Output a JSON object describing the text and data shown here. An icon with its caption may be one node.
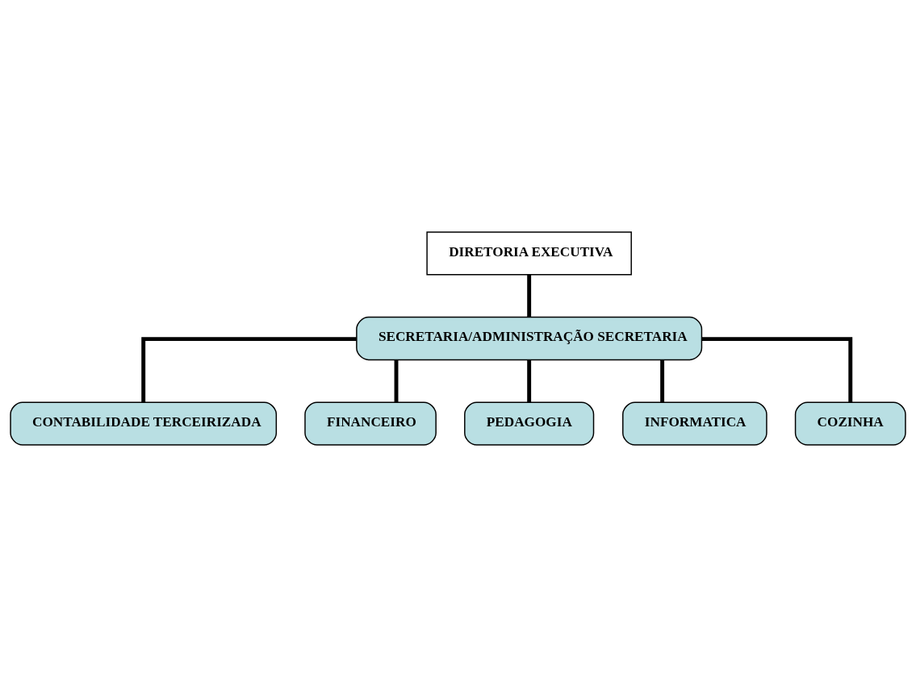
{
  "diagram": {
    "nodes": [
      {
        "text": [
          "DIRETORIA EXECUTIVA"
        ]
      },
      {
        "text": [
          "SECRETARIA/ADMINISTRAÇÃO SECRETARIA"
        ]
      },
      {
        "text": [
          "CONTABILIDADE TERCEIRIZADA"
        ]
      },
      {
        "text": [
          "FINANCEIRO"
        ]
      },
      {
        "text": [
          "PEDAGOGIA"
        ]
      },
      {
        "text": [
          "INFORMATICA"
        ]
      },
      {
        "text": [
          "COZINHA"
        ]
      }
    ],
    "edges": [
      {
        "from": 0,
        "to": 1,
        "arrow": "none"
      },
      {
        "from": 1,
        "to": 2,
        "arrow": "none"
      },
      {
        "from": 1,
        "to": 3,
        "arrow": "none"
      },
      {
        "from": 1,
        "to": 4,
        "arrow": "none"
      },
      {
        "from": 1,
        "to": 5,
        "arrow": "none"
      },
      {
        "from": 1,
        "to": 6,
        "arrow": "none"
      }
    ]
  }
}
